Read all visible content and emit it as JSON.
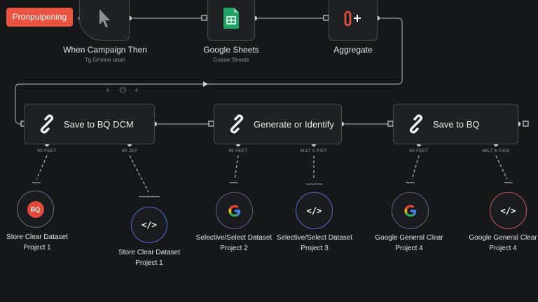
{
  "badge": {
    "label": "Pronpuipening"
  },
  "trigger": {
    "title": "When Campaign Then",
    "subtitle": "Tg Gmnne oram"
  },
  "sheets": {
    "title": "Google Sheets",
    "subtitle": "Goooe Sheets"
  },
  "aggregate": {
    "title": "Aggregate"
  },
  "nodes": {
    "save_bq_dcm": "Save to BQ DCM",
    "generate": "Generate or Identify",
    "save_bq": "Save to BQ"
  },
  "ports": {
    "p1": "90 FEET",
    "p2": "90 JEY",
    "p3": "90 FEET",
    "p4": "MILT 0 FIET",
    "p5": "90 FEET",
    "p6": "MILT 6 FIER"
  },
  "circles": {
    "c1": {
      "icon": "BQ",
      "line1": "Store Clear Dataset",
      "line2": "Project 1"
    },
    "c2": {
      "icon": "</>",
      "line1": "Store Clear Dataset",
      "line2": "Project 1"
    },
    "c3": {
      "icon": "G",
      "line1": "Selective/Select Dataset",
      "line2": "Project 2"
    },
    "c4": {
      "icon": "</>",
      "line1": "Selective/Select Dataset",
      "line2": "Project 3"
    },
    "c5": {
      "icon": "G",
      "line1": "Google General Clear",
      "line2": "Project 4"
    },
    "c6": {
      "icon": "</>",
      "line1": "Google General Clear",
      "line2": "Project 4"
    }
  },
  "squiggles": {
    "short": "~~",
    "long": "~~~~~",
    "mid": "~~~~"
  },
  "toolbar": {
    "back": "‹",
    "power": "⏻",
    "forward": "‹"
  },
  "colors": {
    "accent": "#e8543f",
    "badge_text": "#ffffff",
    "google_blue": "#4285f4",
    "google_red": "#ea4335",
    "google_yellow": "#fbbc05",
    "google_green": "#34a853",
    "sheets_green": "#1fa463"
  }
}
